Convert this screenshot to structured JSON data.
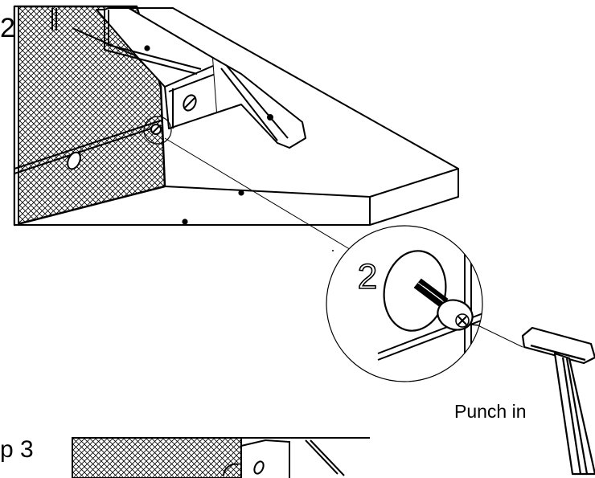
{
  "labels": {
    "step_prev": "2",
    "step_current": "p 3",
    "action": "Punch in",
    "callout_number": "2"
  },
  "colors": {
    "line": "#000000",
    "background": "#ffffff"
  },
  "icons": [
    "hammer-icon",
    "screw-icon",
    "washer-icon"
  ]
}
